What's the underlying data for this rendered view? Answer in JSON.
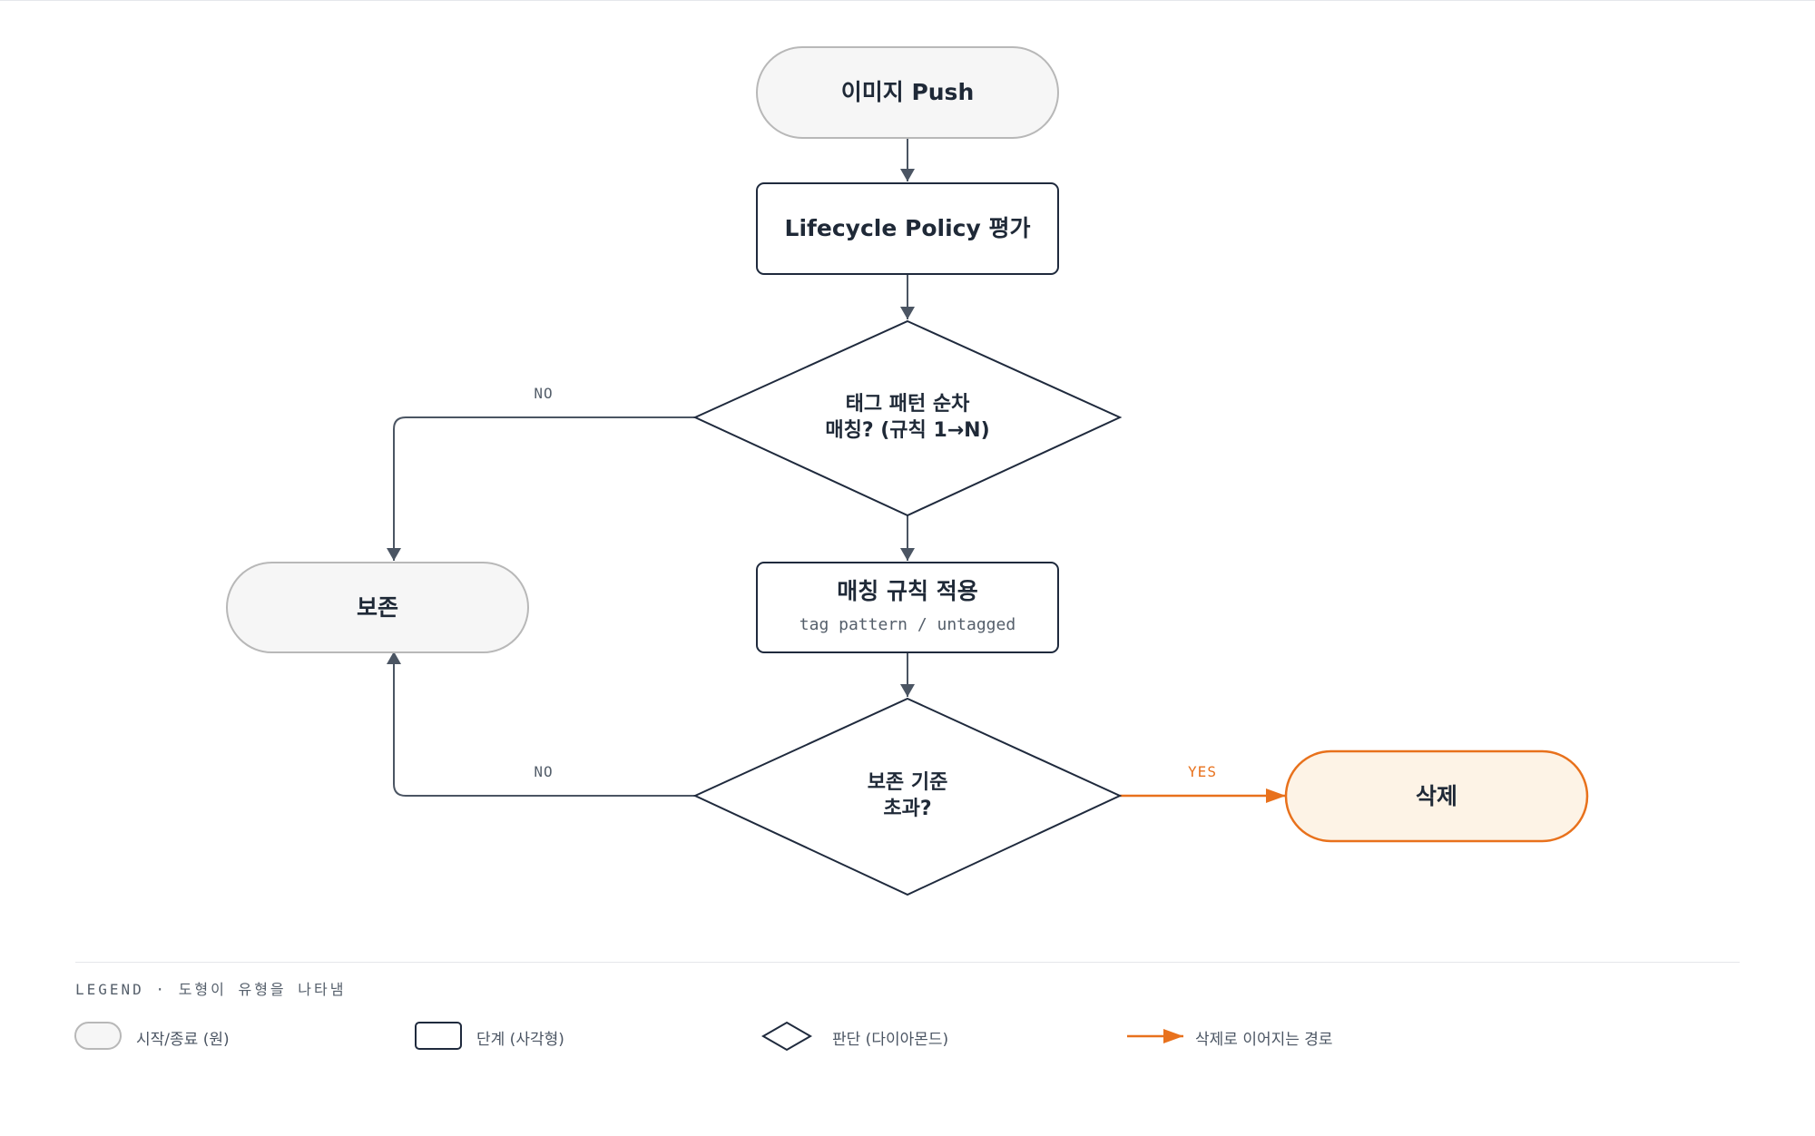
{
  "nodes": {
    "push": "이미지 Push",
    "evaluate": "Lifecycle Policy 평가",
    "match_decision": {
      "line1": "태그 패턴 순차",
      "line2": "매칭? (규칙 1→N)"
    },
    "apply": {
      "title": "매칭 규칙 적용",
      "subtitle": "tag pattern / untagged"
    },
    "retention_decision": {
      "line1": "보존 기준",
      "line2": "초과?"
    },
    "retain": "보존",
    "delete": "삭제"
  },
  "edges": {
    "no_top": "NO",
    "no_bottom": "NO",
    "yes": "YES"
  },
  "legend": {
    "title": "LEGEND · 도형이 유형을 나타냄",
    "items": {
      "terminal": "시작/종료 (원)",
      "step": "단계 (사각형)",
      "decision": "판단 (다이아몬드)",
      "delete_path": "삭제로 이어지는 경로"
    }
  },
  "colors": {
    "stroke": "#1f2a3d",
    "arrow_gray": "#4b5563",
    "terminal_fill": "#f6f6f6",
    "terminal_stroke": "#b8b8b8",
    "accent": "#e8711c",
    "delete_fill": "#fdf3e6"
  }
}
